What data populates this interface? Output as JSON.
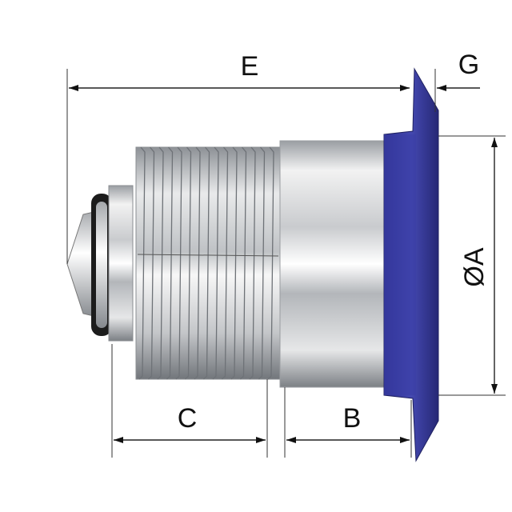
{
  "dimensions": {
    "e": "E",
    "g": "G",
    "a": "ØA",
    "b": "B",
    "c": "C"
  },
  "colors": {
    "flange": "#3b3f9e",
    "flange_dark": "#23266b",
    "metal_light": "#f4f4f4",
    "metal_mid": "#b9bcc0",
    "metal_dark": "#6f7378",
    "gasket": "#1a1a1a",
    "line": "#222222"
  }
}
